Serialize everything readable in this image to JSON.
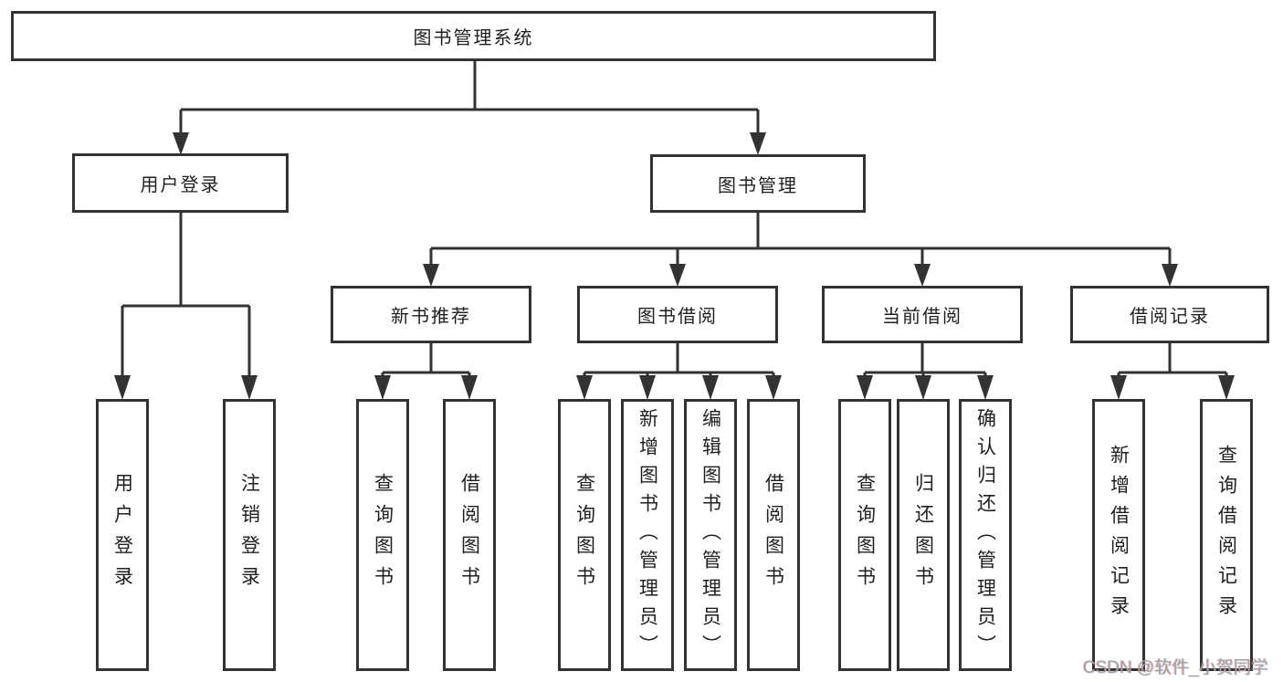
{
  "diagram": {
    "type": "hierarchy",
    "root": {
      "label": "图书管理系统",
      "children": [
        {
          "label": "用户登录",
          "children": [
            {
              "label": "用户登录"
            },
            {
              "label": "注销登录"
            }
          ]
        },
        {
          "label": "图书管理",
          "children": [
            {
              "label": "新书推荐",
              "children": [
                {
                  "label": "查询图书"
                },
                {
                  "label": "借阅图书"
                }
              ]
            },
            {
              "label": "图书借阅",
              "children": [
                {
                  "label": "查询图书"
                },
                {
                  "label": "新增图书（管理员）"
                },
                {
                  "label": "编辑图书（管理员）"
                },
                {
                  "label": "借阅图书"
                }
              ]
            },
            {
              "label": "当前借阅",
              "children": [
                {
                  "label": "查询图书"
                },
                {
                  "label": "归还图书"
                },
                {
                  "label": "确认归还（管理员）"
                }
              ]
            },
            {
              "label": "借阅记录",
              "children": [
                {
                  "label": "新增借阅记录"
                },
                {
                  "label": "查询借阅记录"
                }
              ]
            }
          ]
        }
      ]
    }
  },
  "colors": {
    "line": "#333333",
    "box_border": "#333333",
    "text": "#1f1f1f",
    "background": "#ffffff",
    "watermark": "#a3a3a3"
  },
  "watermark": {
    "text": "CSDN @软件_小贺同学"
  }
}
